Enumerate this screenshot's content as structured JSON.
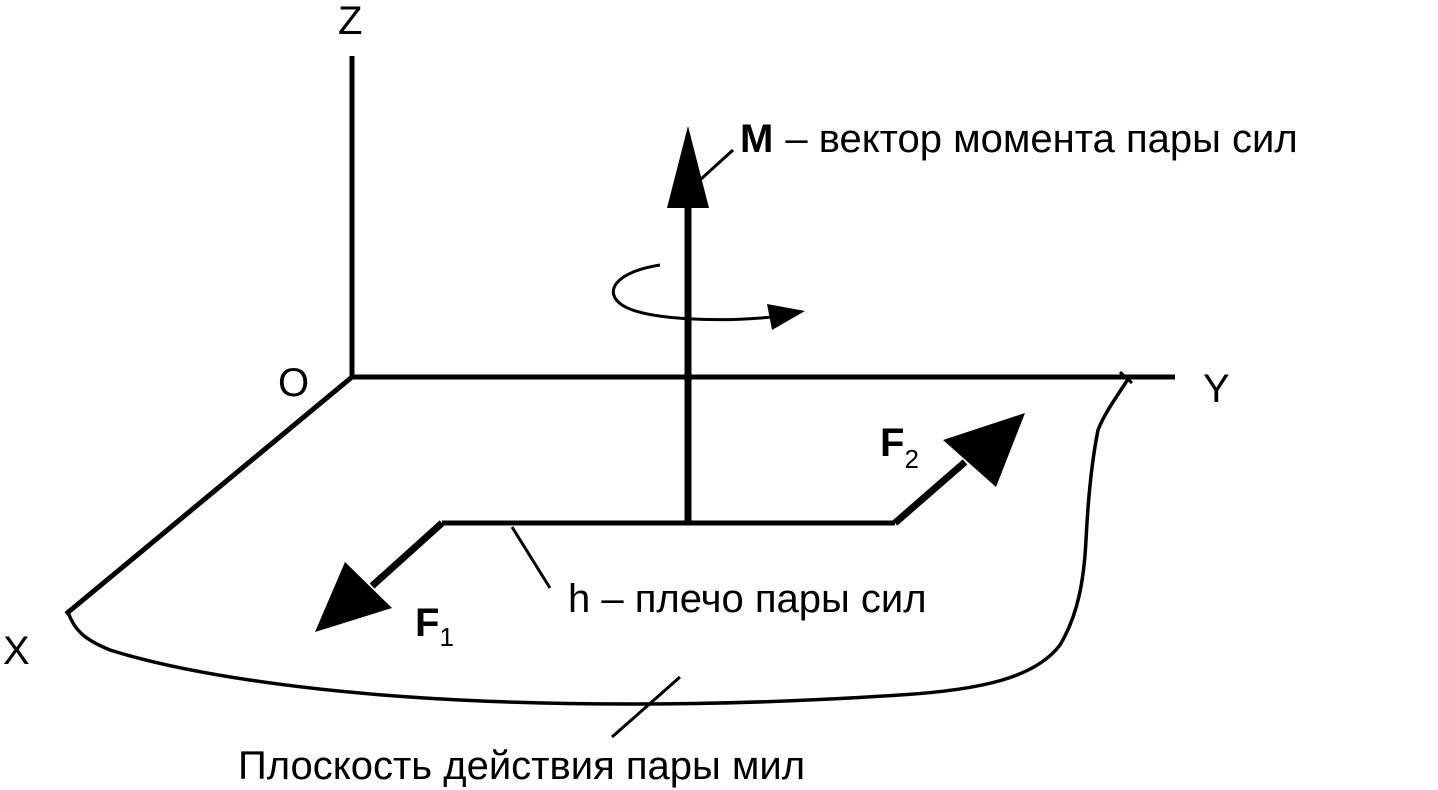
{
  "axes": {
    "z": "Z",
    "y": "Y",
    "x": "X",
    "origin": "O"
  },
  "moment": {
    "symbol": "M",
    "caption": "– вектор момента пары сил"
  },
  "forces": {
    "f1_symbol": "F",
    "f1_index": "1",
    "f2_symbol": "F",
    "f2_index": "2"
  },
  "arm": {
    "caption": "h – плечо пары сил"
  },
  "plane": {
    "caption": "Плоскость действия пары мил"
  },
  "colors": {
    "ink": "#000000",
    "background": "#ffffff"
  }
}
